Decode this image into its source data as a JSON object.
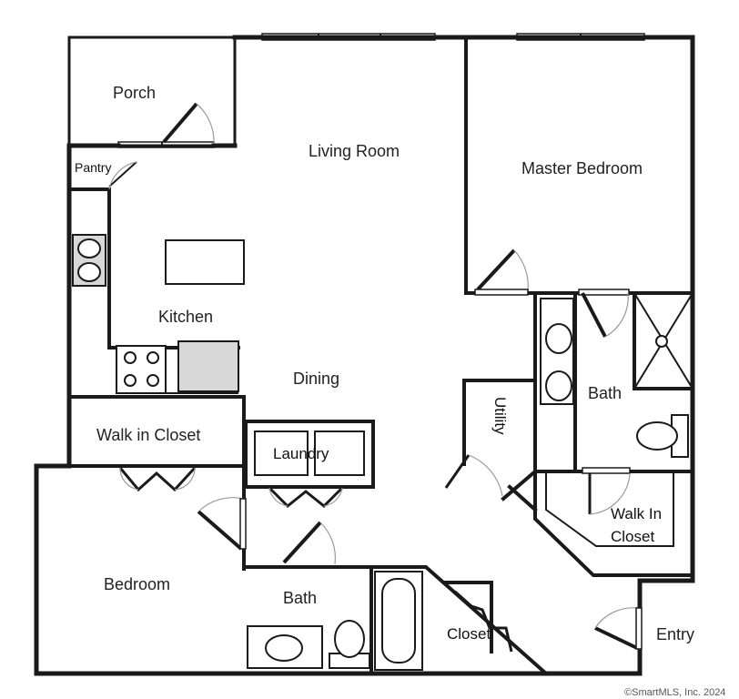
{
  "rooms": {
    "porch": "Porch",
    "pantry": "Pantry",
    "living_room": "Living Room",
    "master_bedroom": "Master Bedroom",
    "kitchen": "Kitchen",
    "dining": "Dining",
    "walk_in_closet": "Walk in Closet",
    "laundry": "Laundry",
    "utility": "Utility",
    "master_bath": "Bath",
    "master_closet_line1": "Walk In",
    "master_closet_line2": "Closet",
    "bedroom": "Bedroom",
    "bath": "Bath",
    "closet": "Closet",
    "entry": "Entry"
  },
  "copyright": "©SmartMLS, Inc.  2024"
}
